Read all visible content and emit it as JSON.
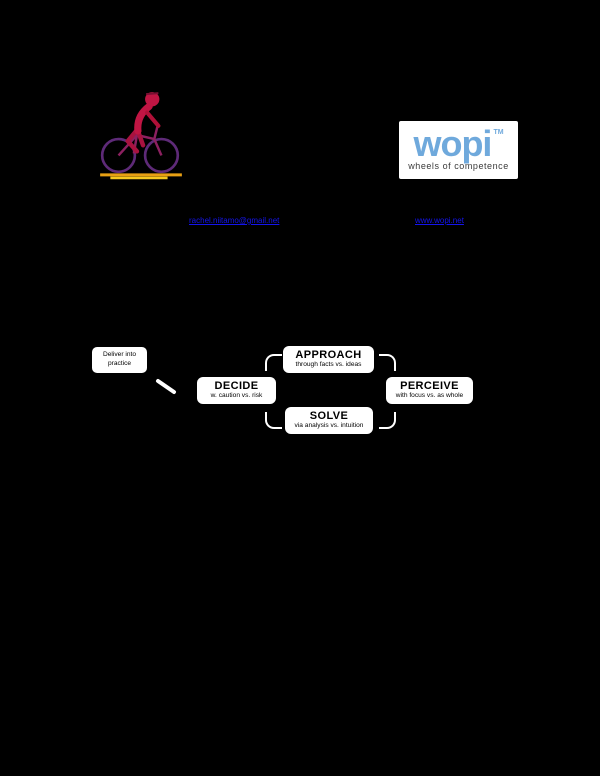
{
  "page": {
    "background": "#000000"
  },
  "header": {
    "cyclist_icon": "cyclist-on-bicycle-illustration",
    "logo": {
      "brand": "wopi",
      "trademark": "TM",
      "tagline": "wheels of competence",
      "colors": {
        "brand": "#6fa9dc",
        "tagline": "#3a3a3a",
        "background": "#ffffff"
      }
    }
  },
  "links": {
    "email": {
      "text": "rachel.niitamo@gmail.net"
    },
    "website": {
      "text": "www.wopi.net"
    },
    "color": "#1414ee"
  },
  "diagram": {
    "deliver_note": {
      "line1": "Deliver into",
      "line2": "practice"
    },
    "nodes": [
      {
        "title": "DECIDE",
        "subtitle": "w. caution vs. risk"
      },
      {
        "title": "APPROACH",
        "subtitle": "through facts vs. ideas"
      },
      {
        "title": "SOLVE",
        "subtitle": "via analysis vs. intuition"
      },
      {
        "title": "PERCEIVE",
        "subtitle": "with focus vs. as whole"
      }
    ],
    "style": {
      "node_background": "#ffffff",
      "node_text": "#000000",
      "loop_stroke": "#ffffff"
    }
  }
}
